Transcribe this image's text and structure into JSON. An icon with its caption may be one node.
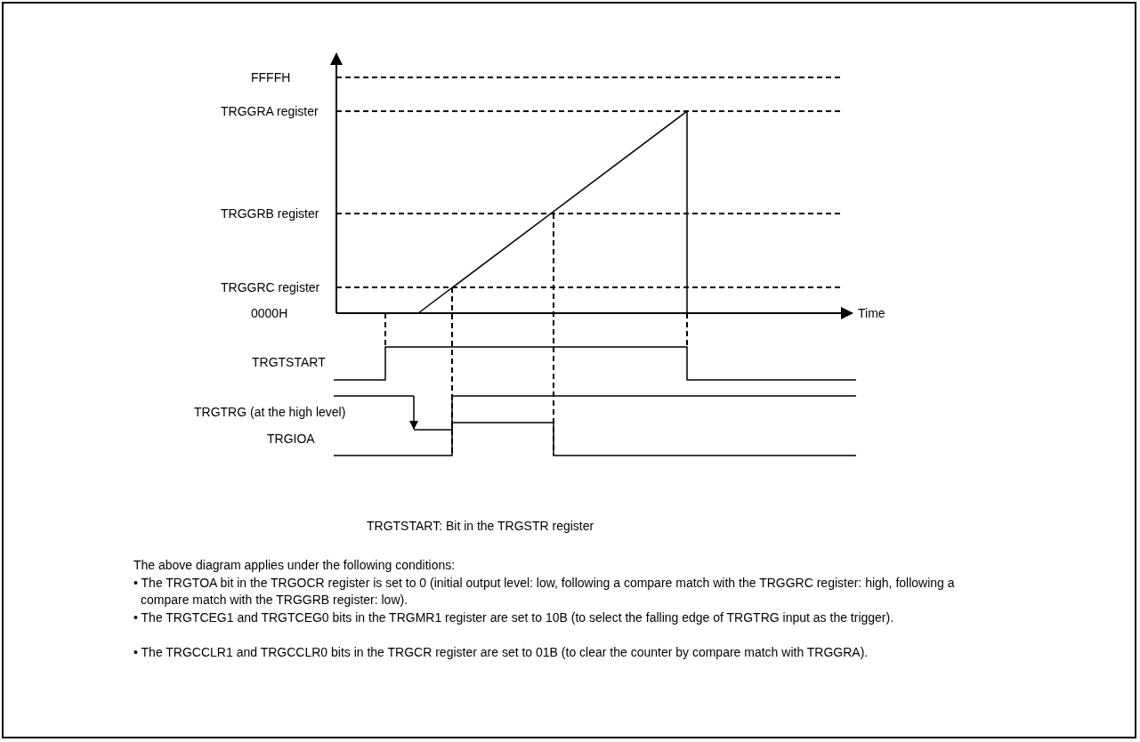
{
  "diagram": {
    "labels": [
      "FFFFH",
      "TRGGRA register",
      "TRGGRB register",
      "TRGGRC register",
      "0000H",
      "Time",
      "TRGTSTART",
      "TRGTRG (at the high level)",
      "TRGIOA",
      "TRGTSTART: Bit in the TRGSTR register",
      "The above diagram applies under the following conditions:",
      "• The TRGTOA bit in the TRGOCR register is set to 0 (initial output level: low, following a compare match with the TRGGRC register: high, following a compare match with the TRGGRB register: low).",
      "• The TRGTCEG1 and TRGTCEG0 bits in the TRGMR1 register are set to 10B (to select the falling edge of TRGTRG input as the trigger).",
      "• The TRGCCLR1 and TRGCCLR0 bits in the TRGCR register are set to 01B (to clear the counter by compare match with TRGGRA)."
    ]
  }
}
